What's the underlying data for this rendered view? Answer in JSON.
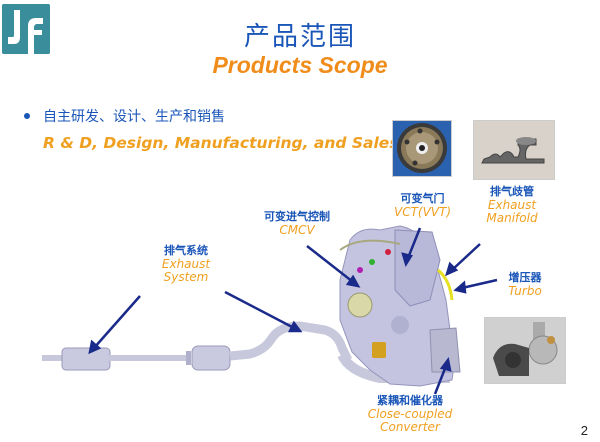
{
  "logo": {
    "text": "Jf",
    "color": "#3a8e9c"
  },
  "title": {
    "cn": "产品范围",
    "en": "Products Scope"
  },
  "bullet": {
    "cn": "自主研发、设计、生产和销售",
    "en": "R & D, Design, Manufacturing, and Sales"
  },
  "labels": {
    "exhaust_system": {
      "cn": "排气系统",
      "en1": "Exhaust",
      "en2": "System"
    },
    "cmcv": {
      "cn": "可变进气控制",
      "en": "CMCV"
    },
    "vct": {
      "cn": "可变气门",
      "en": "VCT(VVT)"
    },
    "manifold": {
      "cn": "排气歧管",
      "en1": "Exhaust",
      "en2": "Manifold"
    },
    "turbo": {
      "cn": "增压器",
      "en": "Turbo"
    },
    "converter": {
      "cn": "紧耦和催化器",
      "en1": "Close-coupled",
      "en2": "Converter"
    }
  },
  "images": {
    "vct_photo": "vct-gear-photo",
    "manifold_photo": "exhaust-manifold-photo",
    "turbo_photo": "turbocharger-photo",
    "engine_diagram": "engine-exhaust-assembly-diagram"
  },
  "colors": {
    "title_blue": "#1a56b8",
    "accent_orange": "#f08c1a",
    "arrow": "#1a2a8a"
  },
  "page_number": "2"
}
